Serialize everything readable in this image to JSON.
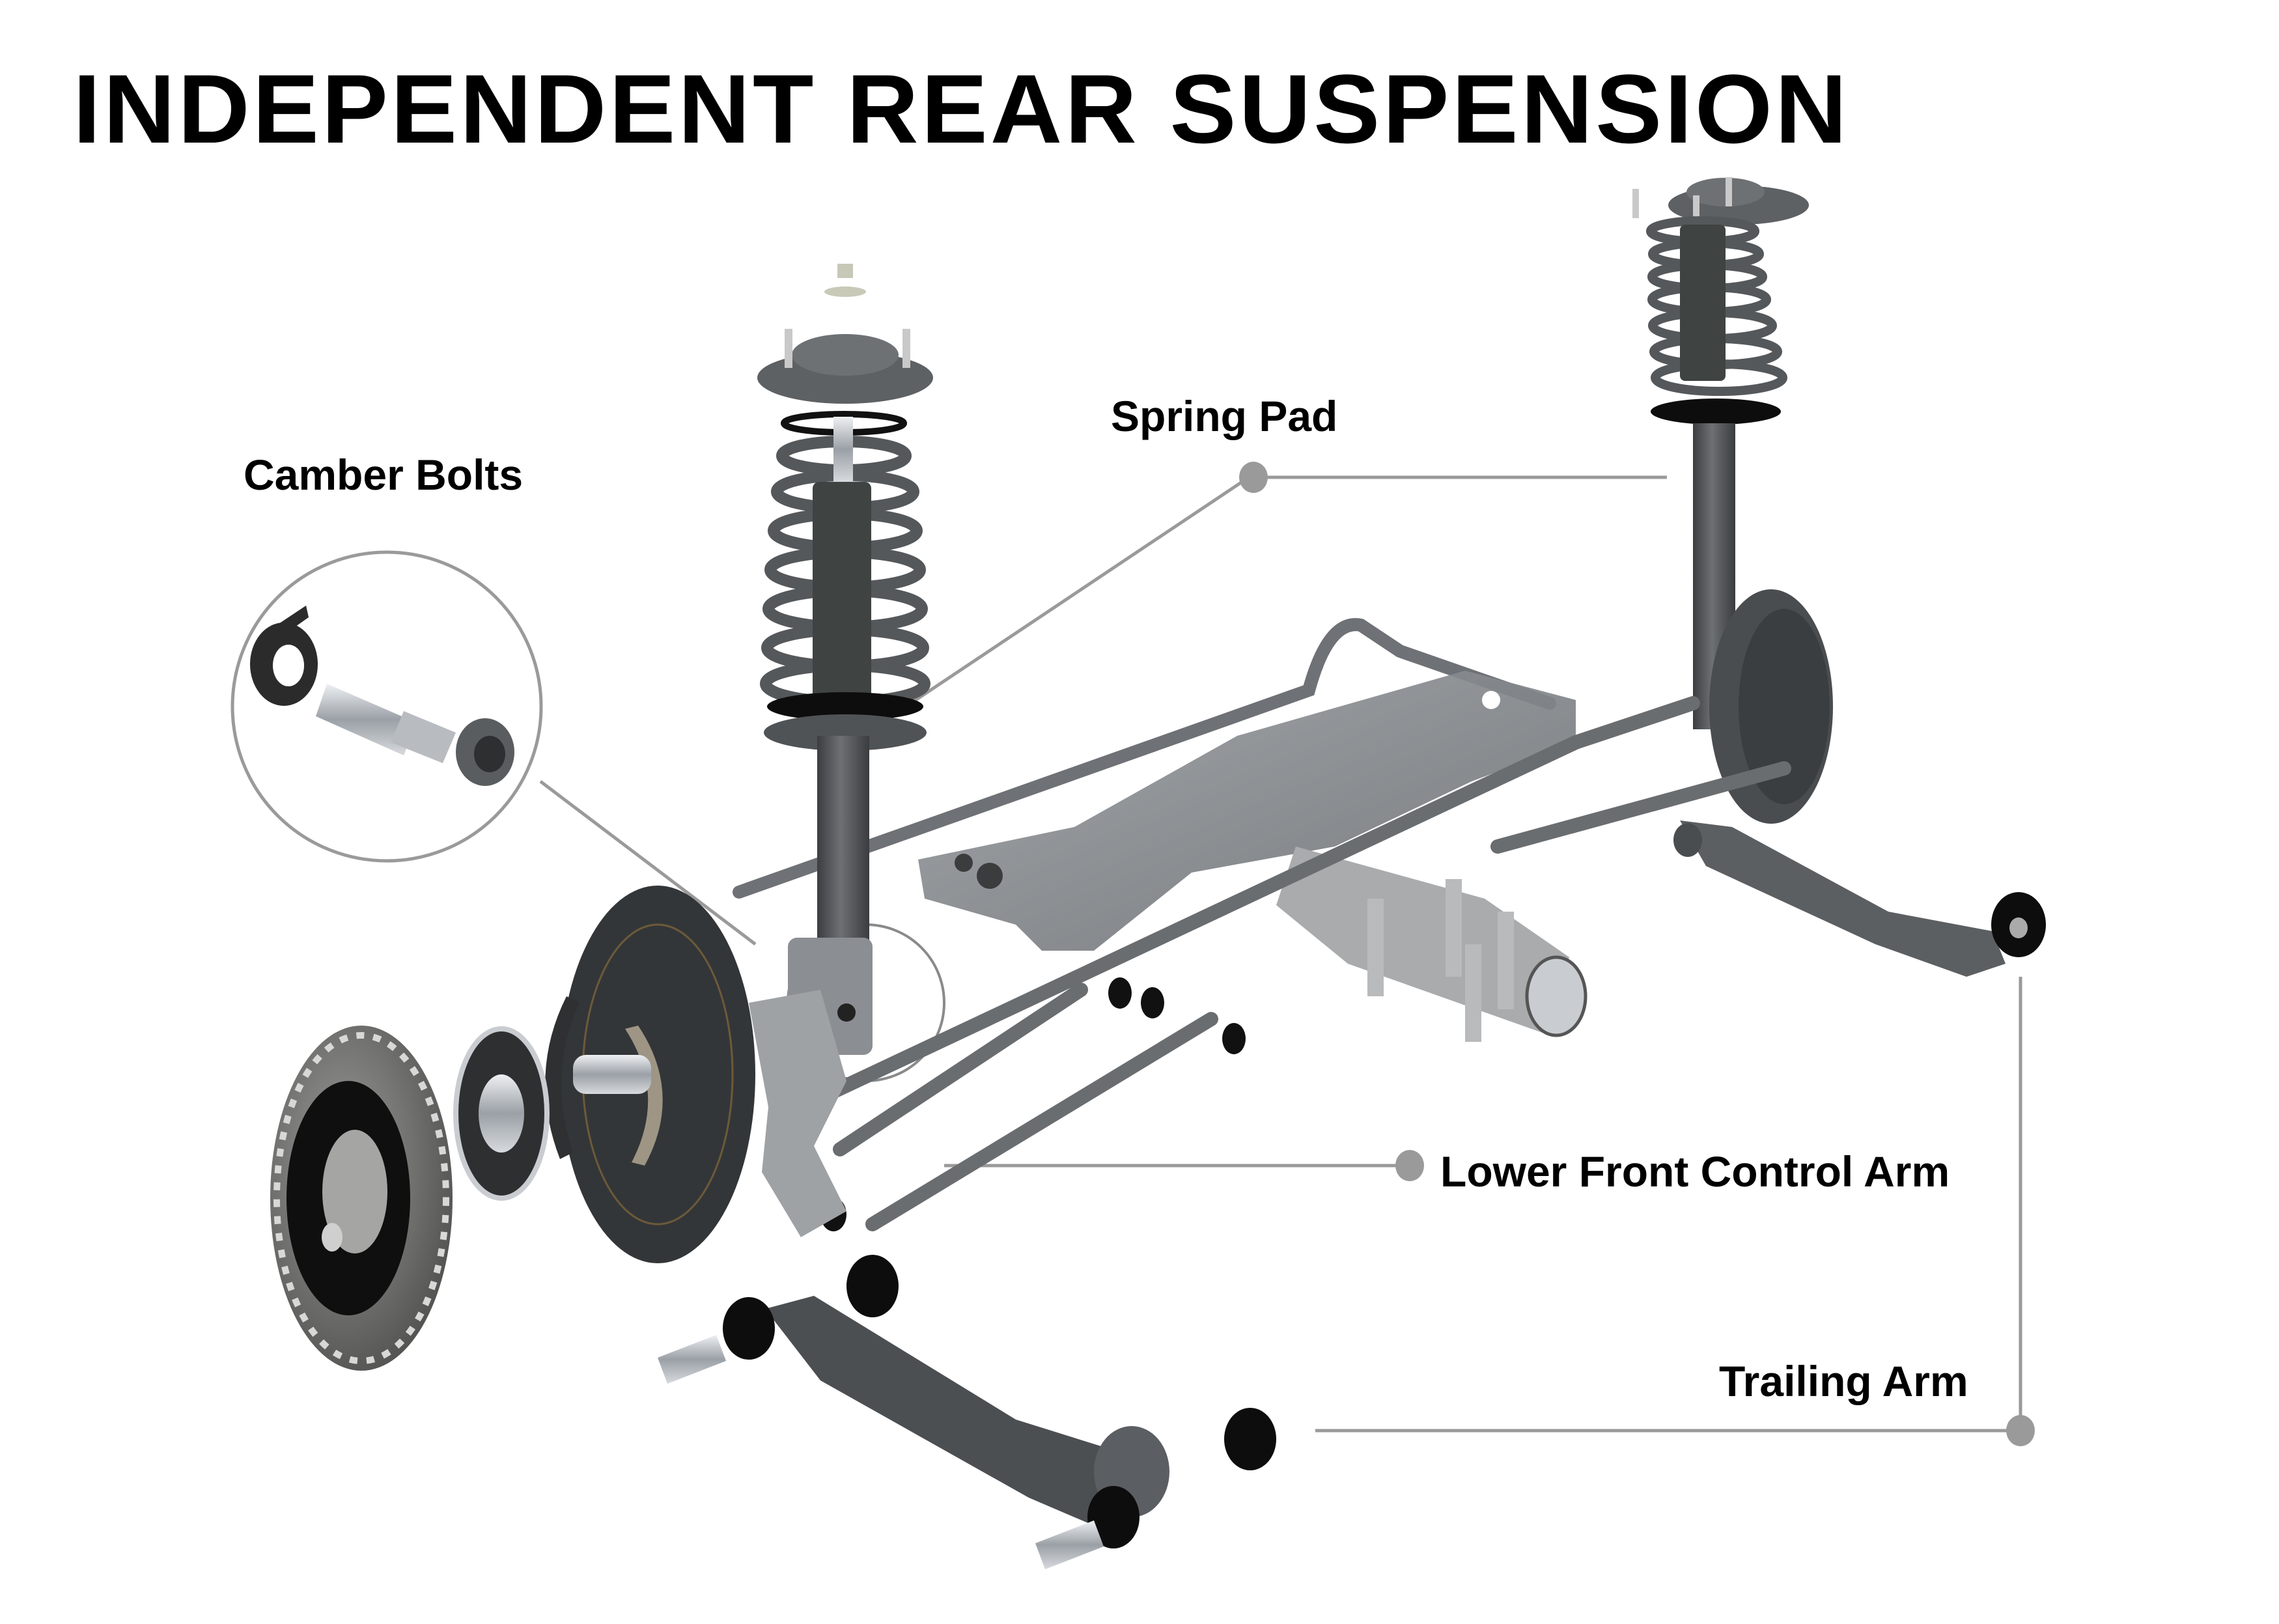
{
  "title": "INDEPENDENT REAR SUSPENSION",
  "callouts": {
    "camber_bolts": "Camber Bolts",
    "spring_pad": "Spring Pad",
    "lower_front_control_arm": "Lower Front Control Arm",
    "trailing_arm": "Trailing Arm"
  },
  "colors": {
    "leader_line": "#9a9a9a",
    "part_dark": "#3a3c3e",
    "part_mid": "#5b5e61",
    "part_light": "#8c8f92",
    "bushing": "#0d0d0d",
    "chrome": "#c9ccd0"
  }
}
